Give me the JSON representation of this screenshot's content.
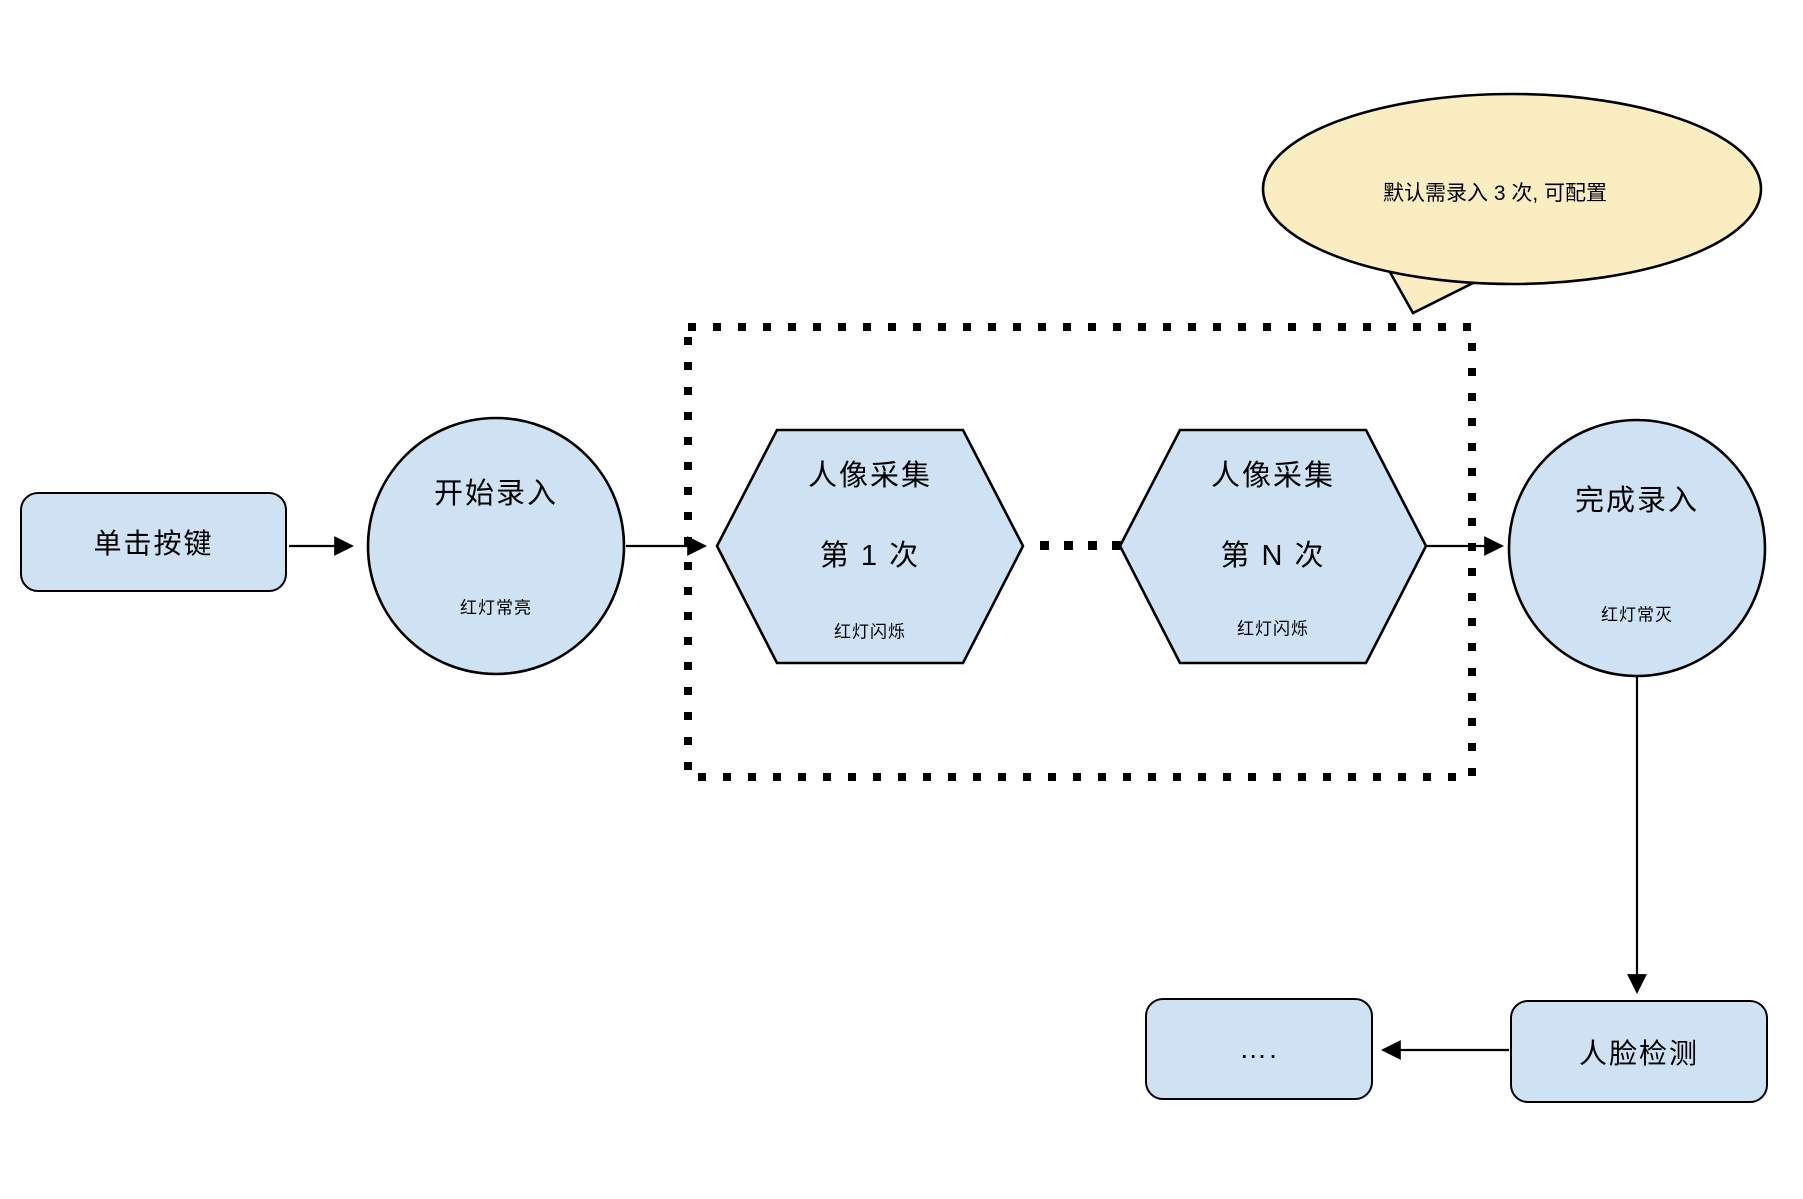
{
  "diagram_title": "face-enrollment-flow",
  "colors": {
    "node_fill": "#CFE2F3",
    "node_border": "#000000",
    "bubble_fill": "#FBEDC2",
    "text": "#000000",
    "background": "#FFFFFF"
  },
  "nodes": {
    "click_button": {
      "label": "单击按键"
    },
    "start_entry": {
      "label": "开始录入",
      "sublabel": "红灯常亮"
    },
    "capture_first": {
      "label": "人像采集",
      "label2": "第 1 次",
      "sublabel": "红灯闪烁"
    },
    "capture_nth": {
      "label": "人像采集",
      "label2": "第 N 次",
      "sublabel": "红灯闪烁"
    },
    "finish_entry": {
      "label": "完成录入",
      "sublabel": "红灯常灭"
    },
    "face_detect": {
      "label": "人脸检测"
    },
    "more": {
      "label": "…."
    }
  },
  "callout": {
    "text": "默认需录入 3 次, 可配置"
  }
}
